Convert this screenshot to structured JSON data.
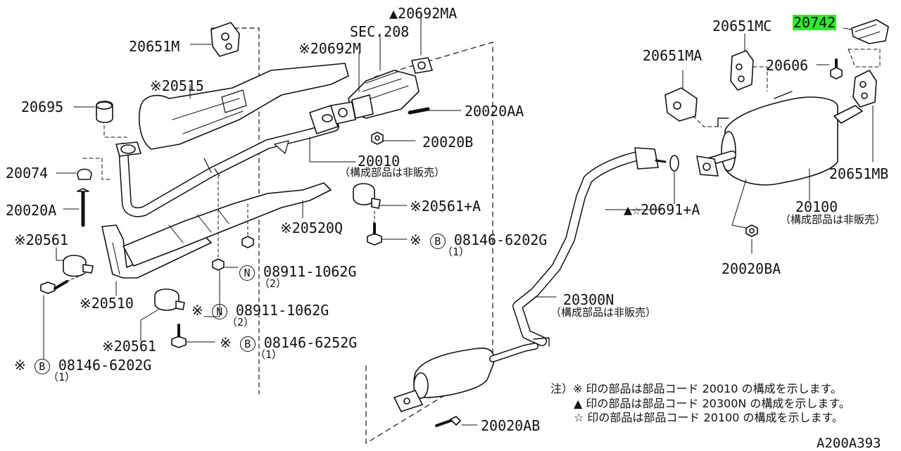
{
  "diagram_id": "A200A393",
  "highlight_color": "#33e833",
  "part_labels": {
    "p20692MA": "▲20692MA",
    "sec208": "SEC.208",
    "p20692M": "※20692M",
    "p20651M": "20651M",
    "p20515": "※20515",
    "p20695": "20695",
    "p20020AA": "20020AA",
    "p20020B": "20020B",
    "p20010": "20010",
    "p20010_note": "（構成部品は非販売）",
    "p20074": "20074",
    "p20020A": "20020A",
    "p20561A": "※20561+A",
    "p20520Q": "※20520Q",
    "p20561_left": "※20561",
    "b08146_6202G_mid": "08146-6202G",
    "b08146_6202G_mid_qty": "（1）",
    "n08911_1062G_a": "08911-1062G",
    "n08911_1062G_a_qty": "（2）",
    "p20510": "※20510",
    "n08911_1062G_b": "08911-1062G",
    "n08911_1062G_b_qty": "（2）",
    "p20561_bottom": "※20561",
    "b08146_6252G": "08146-6252G",
    "b08146_6252G_qty": "（1）",
    "b08146_6202G_left": "08146-6202G",
    "b08146_6202G_left_qty": "（1）",
    "p20651MC": "20651MC",
    "p20742": "20742",
    "p20651MA": "20651MA",
    "p20606": "20606",
    "p20651MB": "20651MB",
    "p20691A": "▲☆20691+A",
    "p20100": "20100",
    "p20100_note": "（構成部品は非販売）",
    "p20020BA": "20020BA",
    "p20300N": "20300N",
    "p20300N_note": "（構成部品は非販売）",
    "p20020AB": "20020AB"
  },
  "notes": {
    "line1": "注）※ 印の部品は部品コード 20010 の構成を示します。",
    "line2": "▲ 印の部品は部品コード 20300N の構成を示します。",
    "line3": "☆ 印の部品は部品コード 20100 の構成を示します。"
  }
}
